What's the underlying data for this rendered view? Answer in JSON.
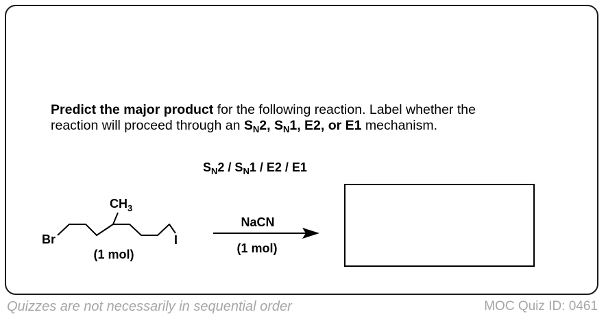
{
  "question": {
    "bold_lead": "Predict the major product",
    "text_1": " for the following reaction. Label whether the",
    "text_2": "reaction will proceed through an ",
    "mech_sn2_s": "S",
    "mech_sn2_sub": "N",
    "mech_sn2_rest": "2, ",
    "mech_sn1_s": "S",
    "mech_sn1_sub": "N",
    "mech_sn1_rest": "1, E2, or E1",
    "text_3": " mechanism."
  },
  "options": {
    "sn2_s": "S",
    "sn2_sub": "N",
    "sn2_rest": "2 / ",
    "sn1_s": "S",
    "sn1_sub": "N",
    "sn1_rest": "1 / E2 / E1"
  },
  "molecule": {
    "br_label": "Br",
    "i_label": "I",
    "ch3_label": "CH",
    "ch3_sub": "3",
    "amount": "(1 mol)"
  },
  "reagent": {
    "name": "NaCN",
    "amount": "(1 mol)"
  },
  "footer": {
    "left": "Quizzes are not necessarily in sequential order",
    "right": "MOC Quiz ID: 0461"
  }
}
